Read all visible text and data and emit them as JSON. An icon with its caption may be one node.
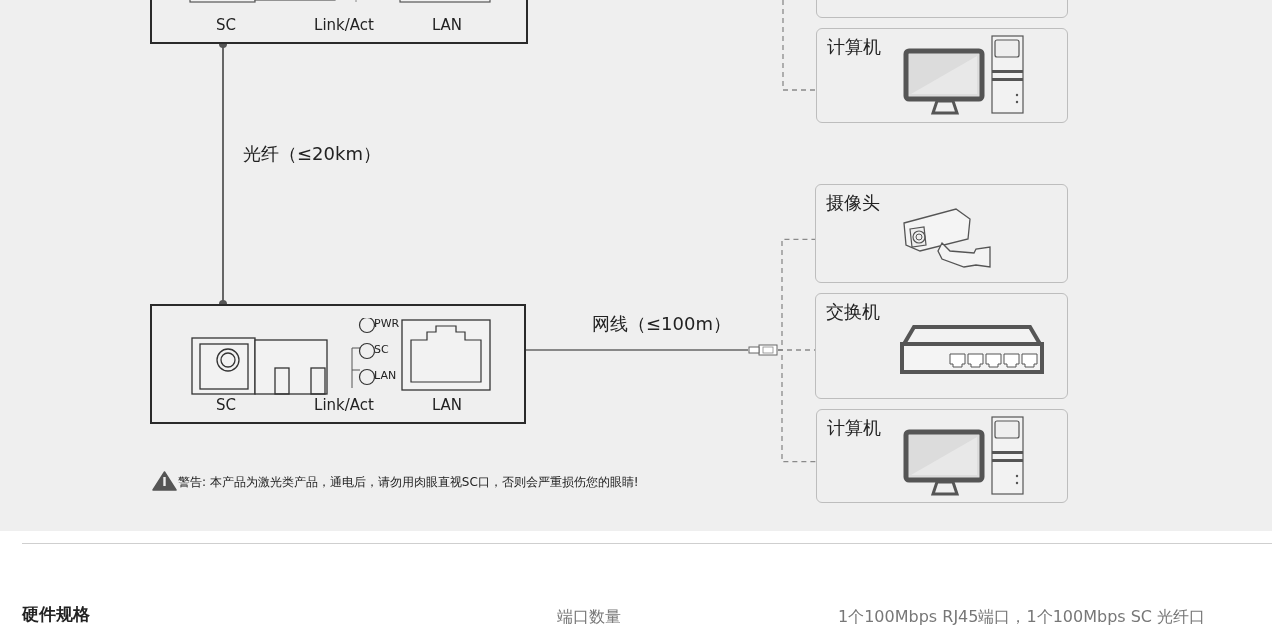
{
  "diagram": {
    "nodes": [
      {
        "text": [
          "SC",
          "Link/Act",
          "LAN"
        ]
      },
      {
        "text": [],
        "shape": "box"
      },
      {
        "text": [
          "计算机"
        ]
      },
      {
        "text": [
          "SC",
          "Link/Act",
          "LAN",
          "PWR",
          "SC",
          "LAN"
        ]
      },
      {
        "text": [
          "摄像头"
        ]
      },
      {
        "text": [
          "交换机"
        ]
      },
      {
        "text": [
          "计算机"
        ]
      },
      {
        "text": [],
        "shape": "picture"
      }
    ],
    "edges": [
      {
        "from": 0,
        "to": 3,
        "arrow": "other",
        "label": "光纤（≤20km）"
      },
      {
        "from": null,
        "to": 2,
        "arrow": "none",
        "style": "dashed"
      },
      {
        "from": 3,
        "to": 7,
        "arrow": "none",
        "label": "网线（≤100m）"
      },
      {
        "from": 7,
        "to": 4,
        "arrow": "none",
        "style": "dashed"
      },
      {
        "from": 7,
        "to": 5,
        "arrow": "none",
        "style": "dashed"
      },
      {
        "from": 7,
        "to": 6,
        "arrow": "none",
        "style": "dashed"
      }
    ],
    "labels": [
      "警告: 本产品为激光类产品，通电后，请勿用肉眼直视SC口，否则会严重损伤您的眼睛!",
      "硬件规格",
      "端口数量",
      "1个100Mbps RJ45端口，1个100Mbps SC 光纤口"
    ]
  }
}
